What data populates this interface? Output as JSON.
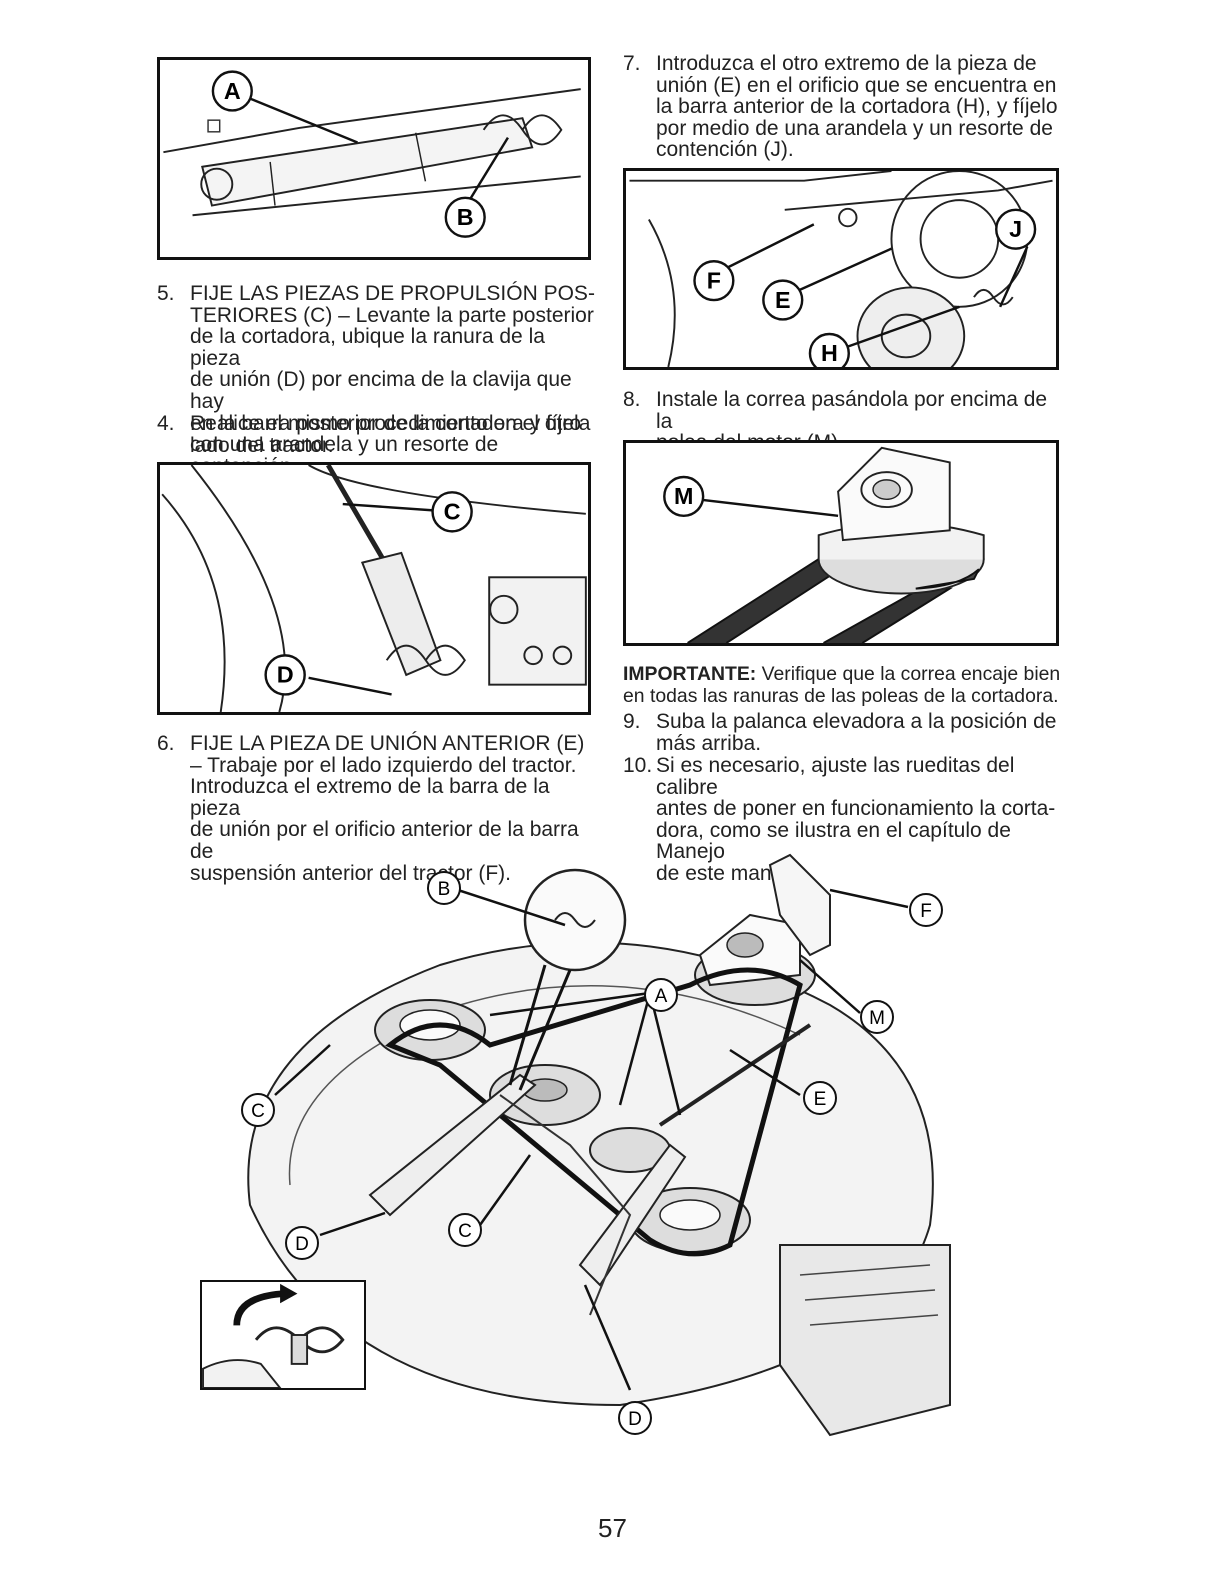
{
  "figures": {
    "fig_a_b": {
      "labels": [
        "A",
        "B"
      ]
    },
    "fig_c_d": {
      "labels": [
        "C",
        "D"
      ]
    },
    "fig_f_e_h_j": {
      "labels": [
        "F",
        "E",
        "H",
        "J"
      ]
    },
    "fig_m": {
      "labels": [
        "M"
      ]
    },
    "fig_main": {
      "labels": [
        "B",
        "A",
        "F",
        "M",
        "E",
        "C",
        "C",
        "D",
        "D"
      ]
    }
  },
  "steps": {
    "s5": {
      "num": "5.",
      "lines": [
        "FIJE LAS PIEZAS DE PROPULSIÓN POS-",
        "TERIORES (C) – Levante la parte posterior",
        "de la cortadora, ubique la ranura de la pieza",
        "de unión (D) por encima de la clavija que hay",
        "en la barra posterior de la cortadora y fíjela",
        "con una arandela y un resorte de contención."
      ]
    },
    "s4": {
      "num": "4.",
      "lines": [
        "Realice el mismo procedimiento en el otro",
        "lado del tractor."
      ]
    },
    "s6": {
      "num": "6.",
      "lines": [
        "FIJE LA PIEZA DE UNIÓN ANTERIOR (E)",
        "– Trabaje por el lado izquierdo del tractor.",
        "Introduzca el extremo de la barra de la pieza",
        "de unión por el orificio anterior de la barra de",
        "suspensión anterior del tractor (F)."
      ]
    },
    "s7": {
      "num": "7.",
      "lines": [
        "Introduzca el otro extremo de la pieza de",
        "unión (E) en el orificio que se encuentra en",
        "la barra anterior de la cortadora (H), y fíjelo",
        "por medio de una arandela y un resorte de",
        "contención (J)."
      ]
    },
    "s8": {
      "num": "8.",
      "lines": [
        "Instale la correa pasándola por encima de la",
        "polea del motor (M)."
      ]
    },
    "s9": {
      "num": "9.",
      "lines": [
        "Suba la palanca elevadora a la posición de",
        "más arriba."
      ]
    },
    "s10": {
      "num": "10.",
      "lines": [
        "Si es necesario, ajuste las rueditas del calibre",
        "antes de poner en funcionamiento la corta-",
        "dora, como se ilustra en el capítulo de Manejo",
        "de este manual."
      ]
    }
  },
  "important": {
    "label": "IMPORTANTE:",
    "line1": "Verifique que la correa encaje bien",
    "line2": "en todas las ranuras de las poleas de la cortadora."
  },
  "page_number": "57"
}
